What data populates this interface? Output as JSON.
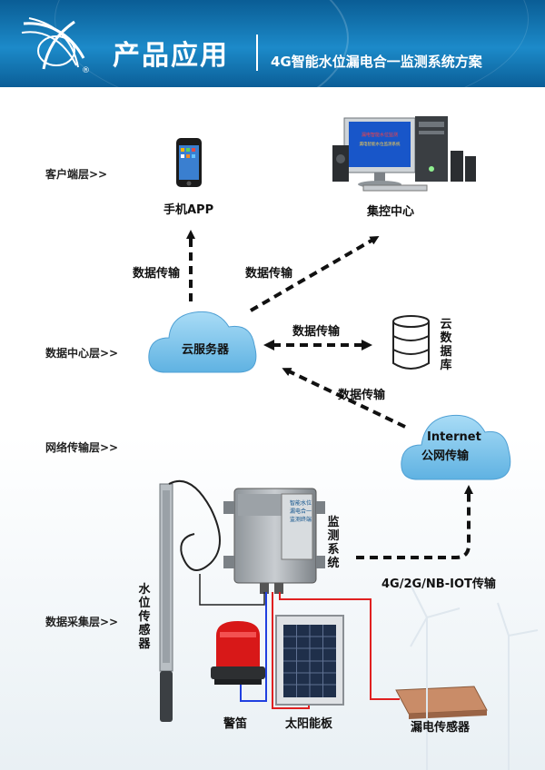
{
  "header": {
    "title": "产品应用",
    "subtitle": "4G智能水位漏电合一监测系统方案",
    "logo_mark": "®"
  },
  "layers": {
    "client": "客户端层>>",
    "data_center": "数据中心层>>",
    "network": "网络传输层>>",
    "collection": "数据采集层>>"
  },
  "nodes": {
    "phone": "手机APP",
    "control_center": "集控中心",
    "monitor_screen_line1": "漏电智能水位监测",
    "monitor_screen_line2": "漏电智能水位监测系统",
    "cloud_server": "云服务器",
    "cloud_db": "云数据库",
    "internet_line1": "Internet",
    "internet_line2": "公网传输",
    "monitor_system": "监测系统",
    "device_box_text": "智能水位漏电合一监测终端",
    "water_sensor": "水位传感器",
    "alarm": "警笛",
    "solar": "太阳能板",
    "leak_sensor": "漏电传感器"
  },
  "edges": {
    "to_phone": "数据传输",
    "to_center": "数据传输",
    "server_db": "数据传输",
    "internet_server": "数据传输",
    "network_type": "4G/2G/NB-IOT传输"
  },
  "colors": {
    "header_blue": "#1c8ac9",
    "cloud_blue": "#7cc3ea",
    "arrow": "#111111",
    "wire_red": "#e02020",
    "wire_blue": "#2040e0"
  }
}
